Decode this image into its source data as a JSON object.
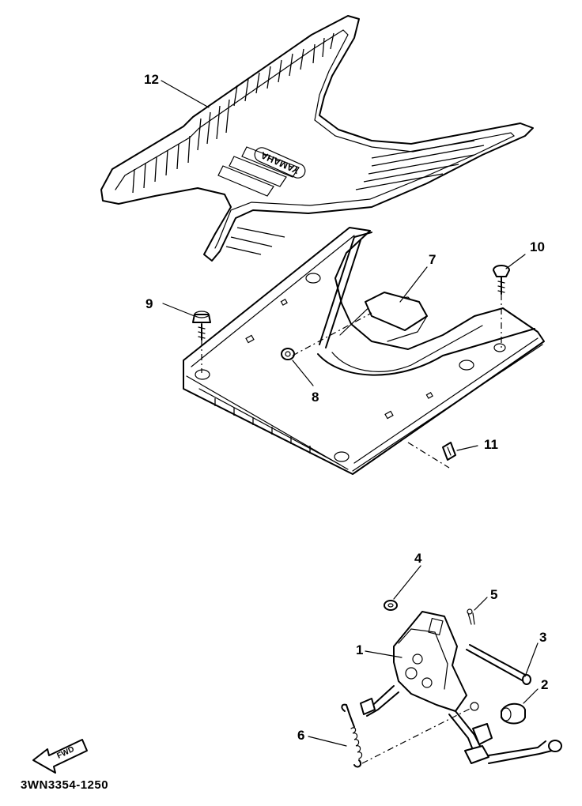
{
  "diagram": {
    "mat_brand": "YAMAHA",
    "fwd_label": "FWD",
    "drawing_code": "3WN3354-1250",
    "callouts": {
      "c1": "1",
      "c2": "2",
      "c3": "3",
      "c4": "4",
      "c5": "5",
      "c6": "6",
      "c7": "7",
      "c8": "8",
      "c9": "9",
      "c10": "10",
      "c11": "11",
      "c12": "12"
    }
  }
}
